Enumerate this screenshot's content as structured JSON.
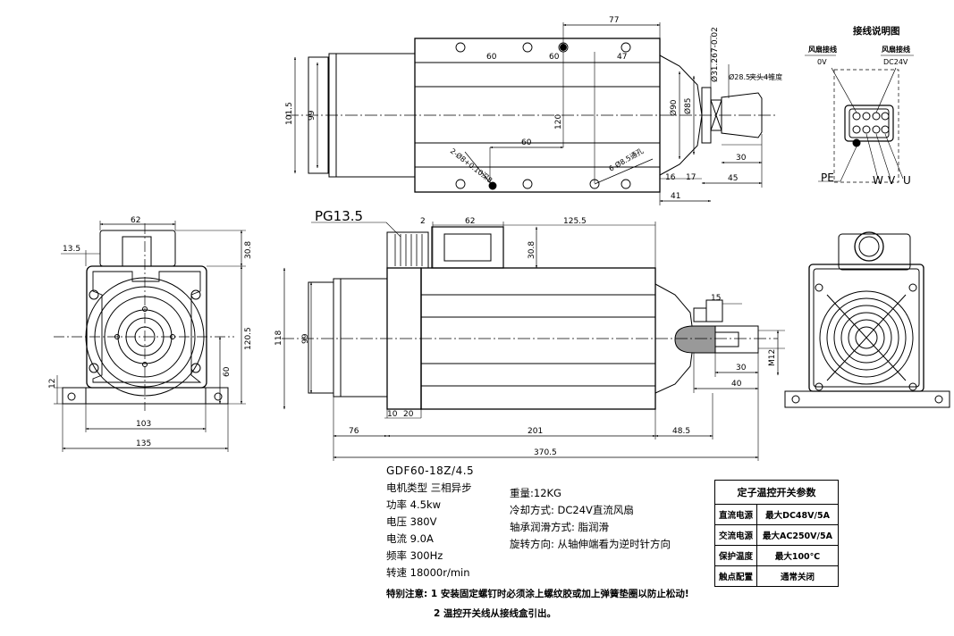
{
  "top_view": {
    "dims": [
      "77",
      "60",
      "60",
      "47",
      "120",
      "60",
      "101.5",
      "99",
      "Ø90",
      "Ø85",
      "Ø31.267-0.02",
      "Ø28.5",
      "夹头4锥度",
      "30",
      "45",
      "16",
      "17",
      "41"
    ],
    "hole_notes": [
      "2-Ø8+0.10深8",
      "6-Ø8.5通孔"
    ]
  },
  "front_view": {
    "dims": [
      "PG13.5",
      "2",
      "62",
      "125.5",
      "30.8",
      "15",
      "118",
      "99",
      "30",
      "M12",
      "40",
      "10",
      "20",
      "76",
      "201",
      "48.5",
      "370.5"
    ]
  },
  "side_view": {
    "dims": [
      "62",
      "13.5",
      "30.8",
      "120.5",
      "60",
      "12",
      "103",
      "135"
    ]
  },
  "wiring": {
    "title": "接线说明图",
    "fan_left": "风扇接线",
    "fan_left_v": "0V",
    "fan_right": "风扇接线",
    "fan_right_v": "DC24V",
    "pins": [
      "PE",
      "W",
      "V",
      "U"
    ]
  },
  "specs": {
    "model": "GDF60-18Z/4.5",
    "left": [
      {
        "k": "电机类型",
        "v": "三相异步"
      },
      {
        "k": "功率",
        "v": "4.5kw"
      },
      {
        "k": "电压",
        "v": "380V"
      },
      {
        "k": "电流",
        "v": "9.0A"
      },
      {
        "k": "频率",
        "v": "300Hz"
      },
      {
        "k": "转速",
        "v": "18000r/min"
      }
    ],
    "right": [
      "重量:12KG",
      "冷却方式: DC24V直流风扇",
      "轴承润滑方式: 脂润滑",
      "旋转方向: 从轴伸端看为逆时针方向"
    ]
  },
  "thermo_table": {
    "title": "定子温控开关参数",
    "rows": [
      {
        "k": "直流电源",
        "v": "最大DC48V/5A"
      },
      {
        "k": "交流电源",
        "v": "最大AC250V/5A"
      },
      {
        "k": "保护温度",
        "v": "最大100℃"
      },
      {
        "k": "触点配置",
        "v": "通常关闭"
      }
    ]
  },
  "notes": {
    "line1": "特别注意: 1 安装固定螺钉时必须涂上螺纹胶或加上弹簧垫圈以防止松动!",
    "line2": "2 温控开关线从接线盒引出。"
  }
}
